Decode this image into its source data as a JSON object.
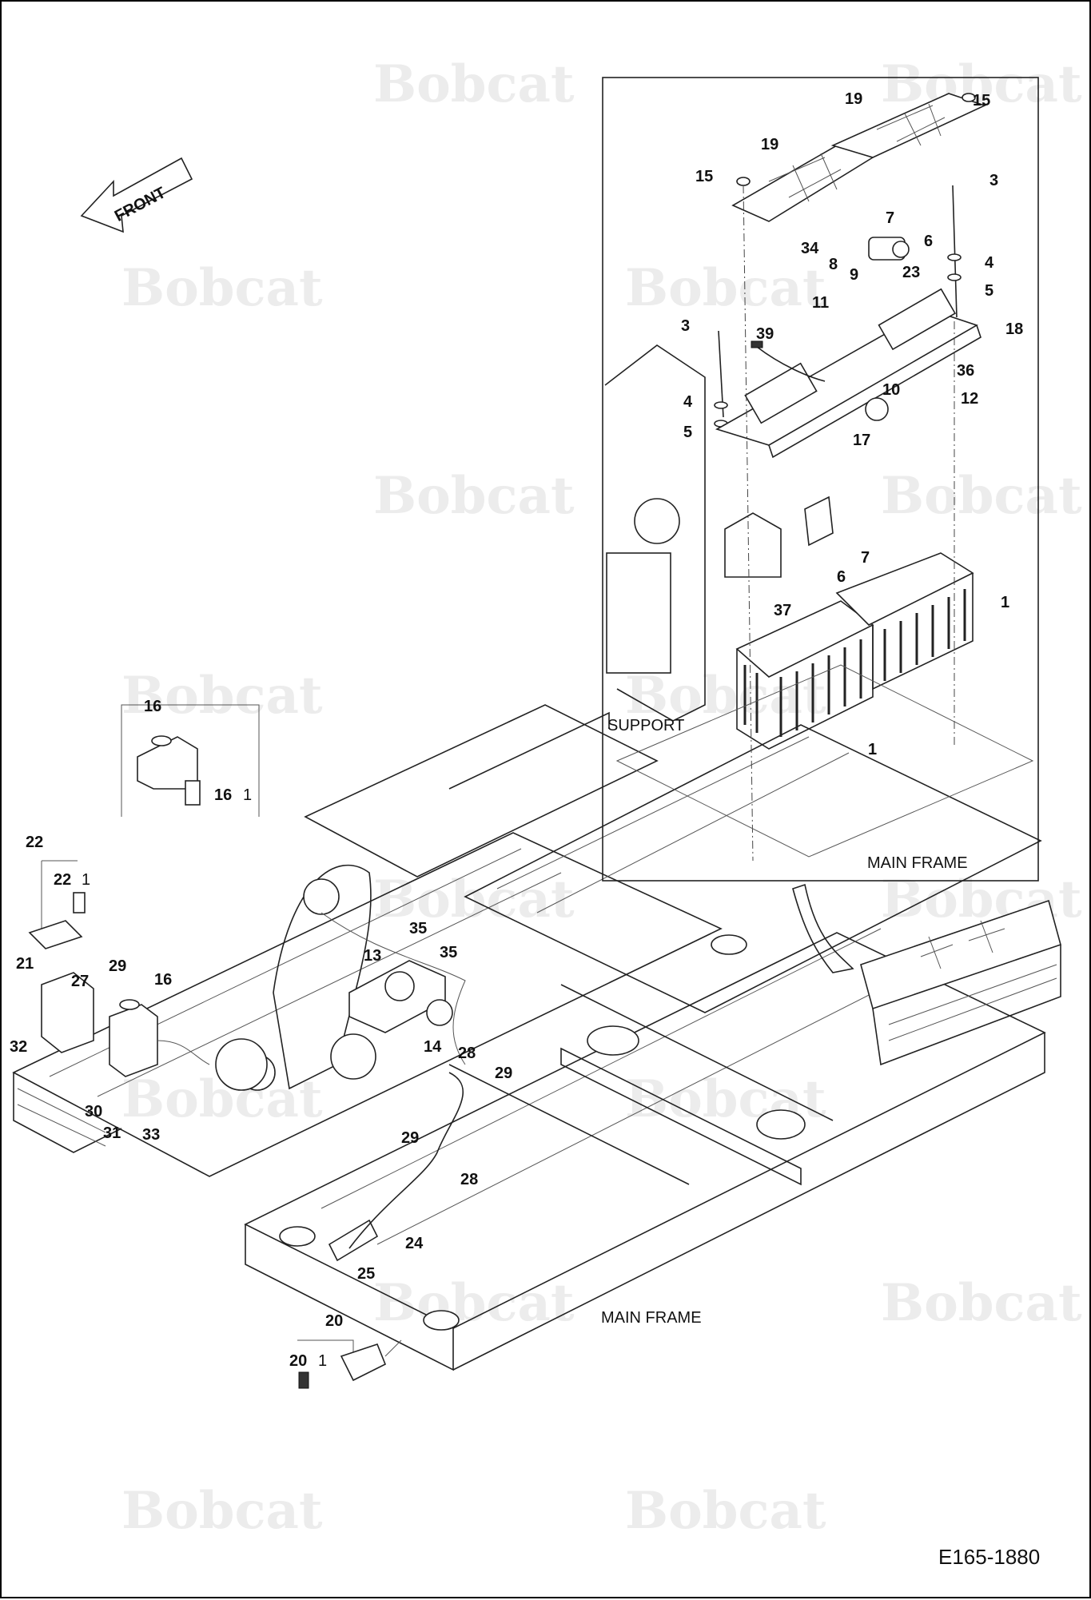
{
  "document_id": "E165-1880",
  "watermark_text": "Bobcat",
  "front_arrow_label": "FRONT",
  "labels": {
    "support": "SUPPORT",
    "main_frame_inset": "MAIN FRAME",
    "main_frame": "MAIN FRAME"
  },
  "callouts": {
    "c15a": "15",
    "c19a": "19",
    "c19b": "19",
    "c15b": "15",
    "c3a": "3",
    "c7a": "7",
    "c6a": "6",
    "c34": "34",
    "c8": "8",
    "c9": "9",
    "c23": "23",
    "c4a": "4",
    "c5a": "5",
    "c11": "11",
    "c18": "18",
    "c3b": "3",
    "c39": "39",
    "c36": "36",
    "c10": "10",
    "c12": "12",
    "c4b": "4",
    "c5b": "5",
    "c17": "17",
    "c7b": "7",
    "c6b": "6",
    "c37": "37",
    "c1a": "1",
    "c1b": "1",
    "c16a": "16",
    "c16b": "16",
    "c16b_qty": "1",
    "c22a": "22",
    "c22b": "22",
    "c22b_qty": "1",
    "c21": "21",
    "c27": "27",
    "c29a": "29",
    "c16c": "16",
    "c32": "32",
    "c30": "30",
    "c31": "31",
    "c33": "33",
    "c35a": "35",
    "c13": "13",
    "c35b": "35",
    "c14": "14",
    "c28a": "28",
    "c29b": "29",
    "c29c": "29",
    "c28b": "28",
    "c24": "24",
    "c25": "25",
    "c20a": "20",
    "c20b": "20",
    "c20b_qty": "1"
  }
}
